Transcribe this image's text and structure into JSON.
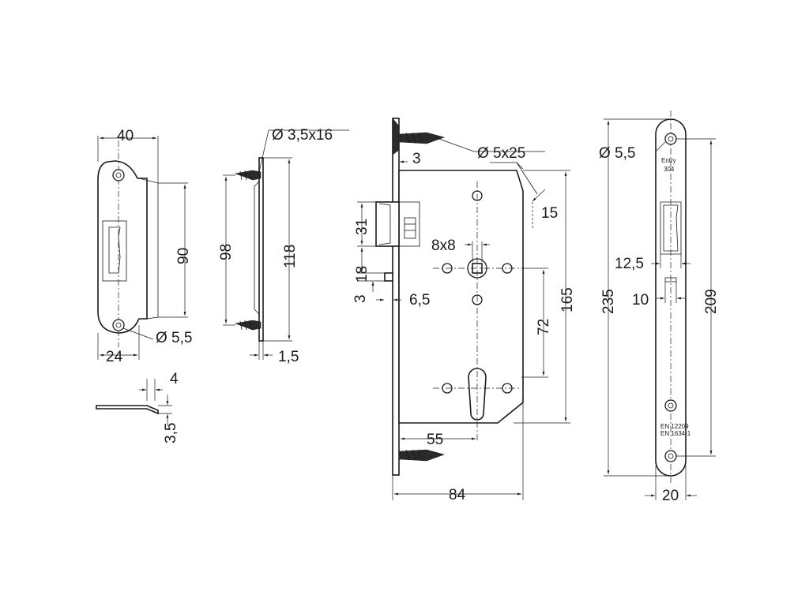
{
  "strike_plate": {
    "width": "40",
    "height": "90",
    "bottom_offset": "24",
    "hole_diameter": "Ø 5,5",
    "thickness": "4",
    "depth": "3,5"
  },
  "strike_side": {
    "screw": "Ø 3,5x16",
    "inner_height": "98",
    "outer_height": "118",
    "plate_thickness": "1,5"
  },
  "lock_body": {
    "screw": "Ø 5x25",
    "faceplate_offset": "3",
    "bevel": "15",
    "latch_height": "31",
    "latch_offset": "18",
    "spindle": "8x8",
    "small_offset": "3",
    "small_gap": "6,5",
    "center_distance": "72",
    "body_height": "165",
    "backset": "55",
    "depth": "84"
  },
  "faceplate": {
    "hole_diameter": "Ø 5,5",
    "model_line1": "Entry",
    "model_line2": "304",
    "latch_width": "12,5",
    "slot_width": "10",
    "length": "235",
    "hole_distance": "209",
    "width": "20",
    "standard_1": "EN 12209",
    "standard_2": "EN 1634-1"
  }
}
